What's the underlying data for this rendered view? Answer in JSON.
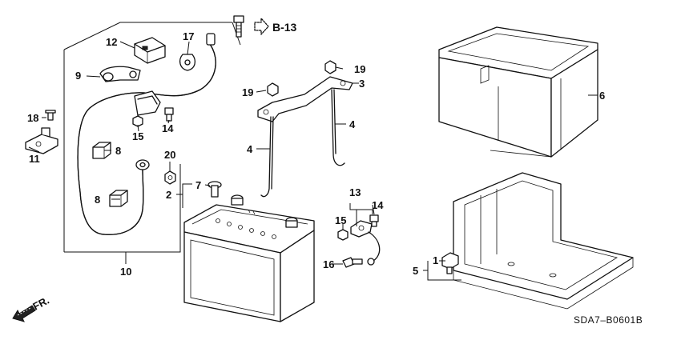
{
  "diagram": {
    "reference_code": "SDA7–B0601B",
    "section_ref": "B-13",
    "direction_label": "FR.",
    "callouts": [
      "1",
      "2",
      "3",
      "4",
      "4",
      "5",
      "6",
      "7",
      "8",
      "8",
      "9",
      "10",
      "11",
      "12",
      "13",
      "14",
      "14",
      "15",
      "15",
      "16",
      "17",
      "18",
      "19",
      "19",
      "20"
    ]
  }
}
